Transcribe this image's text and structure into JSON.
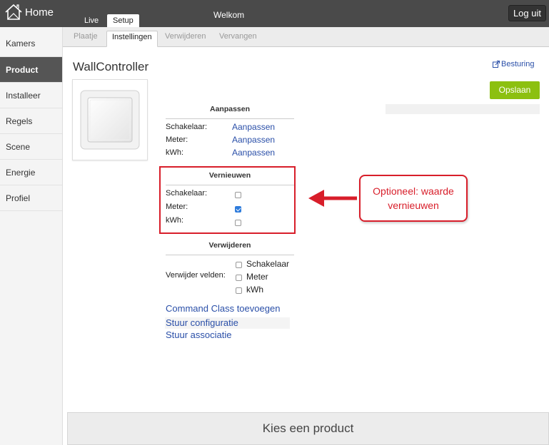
{
  "header": {
    "home_label": "Home",
    "tabs": [
      {
        "label": "Live"
      },
      {
        "label": "Setup"
      }
    ],
    "welcome": "Welkom",
    "logout_label": "Log uit"
  },
  "sidebar": {
    "items": [
      {
        "label": "Kamers"
      },
      {
        "label": "Product"
      },
      {
        "label": "Installeer"
      },
      {
        "label": "Regels"
      },
      {
        "label": "Scene"
      },
      {
        "label": "Energie"
      },
      {
        "label": "Profiel"
      }
    ],
    "active": "Product"
  },
  "subtabs": [
    {
      "label": "Plaatje"
    },
    {
      "label": "Instellingen"
    },
    {
      "label": "Verwijderen"
    },
    {
      "label": "Vervangen"
    }
  ],
  "page": {
    "title": "WallController",
    "besturing_link": "Besturing",
    "save_label": "Opslaan"
  },
  "aanpassen": {
    "header": "Aanpassen",
    "rows": [
      {
        "label": "Schakelaar:",
        "link": "Aanpassen"
      },
      {
        "label": "Meter:",
        "link": "Aanpassen"
      },
      {
        "label": "kWh:",
        "link": "Aanpassen"
      }
    ]
  },
  "vernieuwen": {
    "header": "Vernieuwen",
    "rows": [
      {
        "label": "Schakelaar:",
        "checked": false
      },
      {
        "label": "Meter:",
        "checked": true
      },
      {
        "label": "kWh:",
        "checked": false
      }
    ]
  },
  "verwijderen": {
    "header": "Verwijderen",
    "label": "Verwijder velden:",
    "options": [
      {
        "label": "Schakelaar",
        "checked": false
      },
      {
        "label": "Meter",
        "checked": false
      },
      {
        "label": "kWh",
        "checked": false
      }
    ]
  },
  "actions": {
    "command_class": "Command Class toevoegen",
    "stuur_configuratie": "Stuur configuratie",
    "stuur_associatie": "Stuur associatie"
  },
  "callout": {
    "text": "Optioneel: waarde vernieuwen"
  },
  "footer": {
    "choose_product": "Kies een product"
  },
  "colors": {
    "accent_green": "#8cc010",
    "link_blue": "#2a4fa8",
    "annotation_red": "#d81e2a",
    "topbar": "#4a4a4a"
  }
}
